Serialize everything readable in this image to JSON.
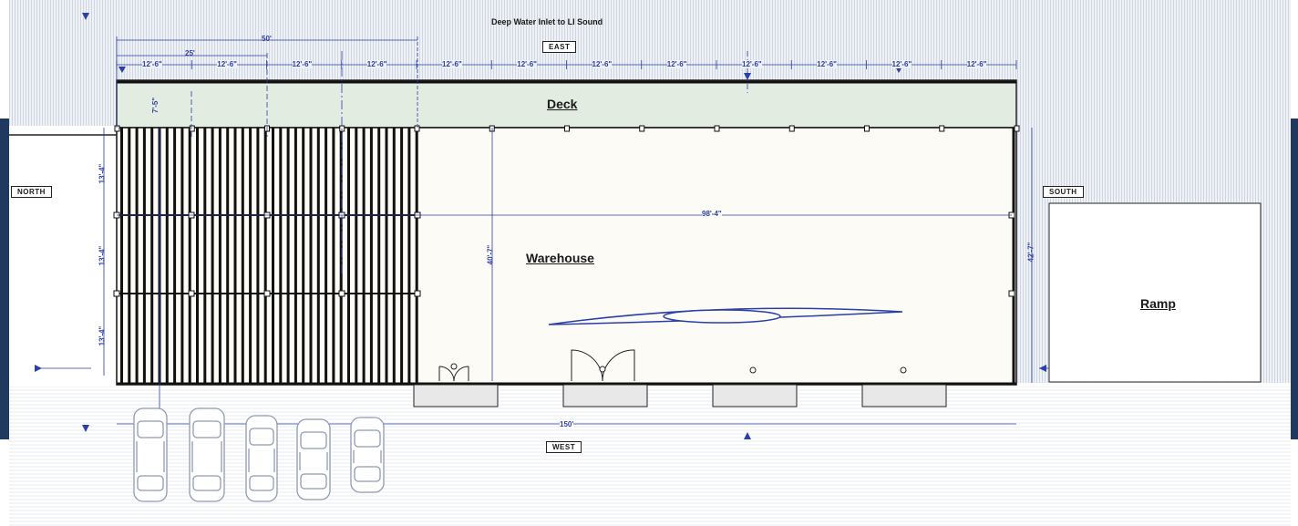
{
  "title": "Deep Water Inlet to LI Sound",
  "compass": {
    "east": "EAST",
    "west": "WEST",
    "north": "NORTH",
    "south": "SOUTH"
  },
  "rooms": {
    "deck": "Deck",
    "warehouse": "Warehouse",
    "ramp": "Ramp"
  },
  "dimensions": {
    "overall_top": "50'",
    "half_top": "25'",
    "bay": "12'-6\"",
    "deck_depth": "7'-5\"",
    "row_spacing": "13'-4\"",
    "warehouse_width": "98'-4\"",
    "warehouse_depth": "40'-7\"",
    "building_depth": "42'-7\"",
    "overall_length": "150'"
  },
  "colors": {
    "dimension": "#2a3fa8",
    "deck": "#e3ece1",
    "warehouse": "#fdfbf6",
    "band": "#1f3a5e",
    "vehicle": "#8f9ab5"
  },
  "icons": [
    "section-marker-icon",
    "door-icon",
    "boat-icon",
    "car-icon"
  ]
}
